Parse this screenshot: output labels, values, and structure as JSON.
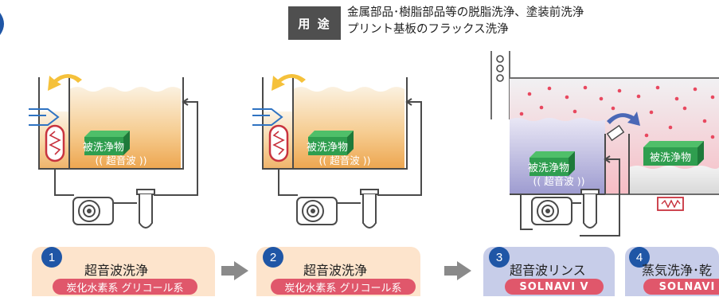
{
  "header": {
    "badge": "用 途",
    "line1": "金属部品･樹脂部品等の脱脂洗浄、塗装前洗浄",
    "line2": "プリント基板のフラックス洗浄"
  },
  "tanks": {
    "work_label": "被洗浄物",
    "ultrasonic_label": "(( 超音波 ))"
  },
  "steps": [
    {
      "number": "1",
      "title": "超音波洗浄",
      "pill": "炭化水素系 グリコール系"
    },
    {
      "number": "2",
      "title": "超音波洗浄",
      "pill": "炭化水素系 グリコール系"
    },
    {
      "number": "3",
      "title": "超音波リンス",
      "pill": "SOLNAVI V"
    },
    {
      "number": "4",
      "title": "蒸気洗浄･乾",
      "pill": "SOLNAVI"
    }
  ],
  "colors": {
    "liquid_orange": "#f0b35e",
    "liquid_blue": "#a9a7d6",
    "vapor_pink": "#f5c6cc",
    "vapor_dots": "#e8485f",
    "work_green": "#2f9e4f",
    "pill_red": "#e0576b",
    "step_number_blue": "#1f56a6",
    "yellow_arrow": "#f5c13b",
    "blue_arrow": "#4a68b6"
  },
  "icons": [
    "heater-icon",
    "pump-icon",
    "filter-icon",
    "cooling-coil-icon",
    "exhaust-duct-icon",
    "gray-arrow-icon"
  ]
}
